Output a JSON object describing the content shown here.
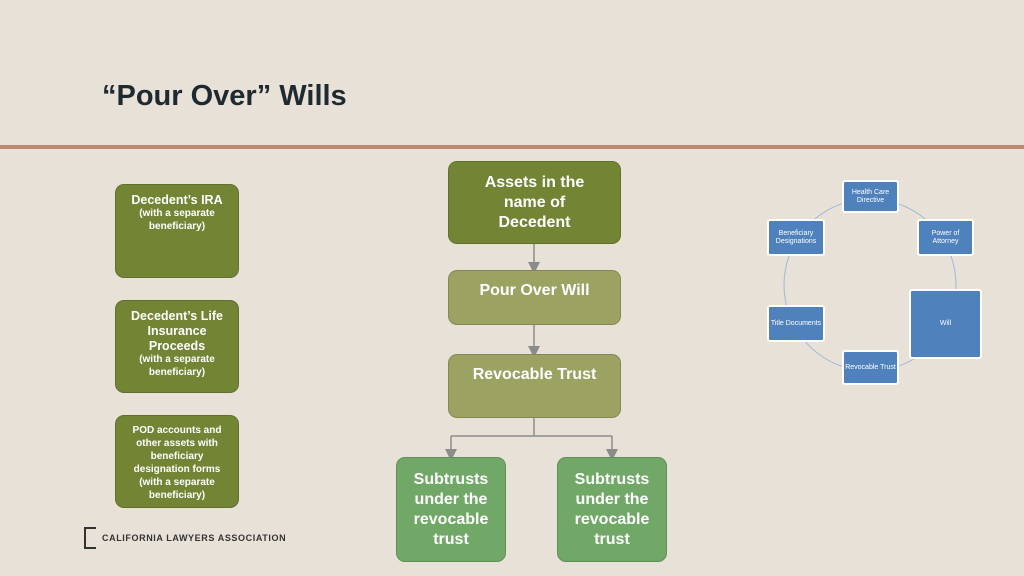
{
  "slide": {
    "title": "“Pour Over” Wills"
  },
  "left_boxes": [
    {
      "main": "Decedent’s IRA",
      "sub": "(with a separate beneficiary)"
    },
    {
      "main": "Decedent’s Life Insurance Proceeds",
      "sub": "(with a separate beneficiary)"
    },
    {
      "main": "",
      "sub": "POD accounts and other assets with beneficiary designation forms (with a separate beneficiary)"
    }
  ],
  "flow": {
    "assets": "Assets in the name of Decedent",
    "will": "Pour Over Will",
    "trust": "Revocable Trust",
    "subtrust_left": "Subtrusts under the revocable trust",
    "subtrust_right": "Subtrusts under the revocable trust"
  },
  "cycle": {
    "health_care": "Health Care Directive",
    "power_of_attorney": "Power of Attorney",
    "will": "Will",
    "revocable_trust": "Revocable Trust",
    "title_documents": "Title Documents",
    "beneficiary_designations": "Beneficiary Designations"
  },
  "footer": {
    "logo_text": "CALIFORNIA LAWYERS ASSOCIATION"
  },
  "colors": {
    "background": "#e8e1d8",
    "rule": "#b98a72",
    "dark_green": "#728534",
    "olive": "#9ba262",
    "green": "#71a868",
    "blue": "#4f81bd"
  }
}
